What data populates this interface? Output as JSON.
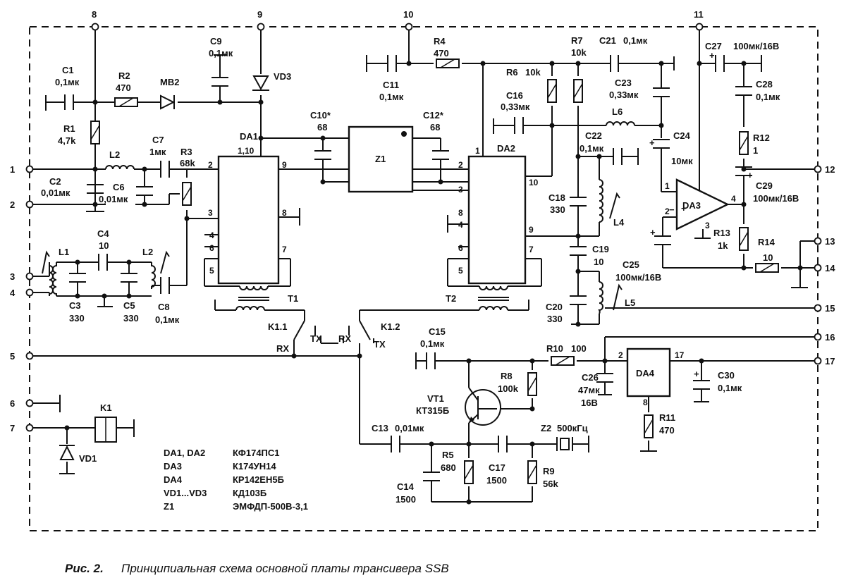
{
  "caption": {
    "prefix": "Рис. 2.",
    "text": "Принципиальная схема основной платы трансивера SSB"
  },
  "terminals": [
    "1",
    "2",
    "3",
    "4",
    "5",
    "6",
    "7",
    "8",
    "9",
    "10",
    "11",
    "12",
    "13",
    "14",
    "15",
    "16",
    "17"
  ],
  "components": {
    "C1": {
      "ref": "C1",
      "value": "0,1мк"
    },
    "C2": {
      "ref": "C2",
      "value": "0,01мк"
    },
    "C3": {
      "ref": "C3",
      "value": "330"
    },
    "C4": {
      "ref": "C4",
      "value": "10"
    },
    "C5": {
      "ref": "C5",
      "value": "330"
    },
    "C6": {
      "ref": "C6",
      "value": "0,01мк"
    },
    "C7": {
      "ref": "C7",
      "value": "1мк"
    },
    "C8": {
      "ref": "C8",
      "value": "0,1мк"
    },
    "C9": {
      "ref": "C9",
      "value": "0,1мк"
    },
    "C10": {
      "ref": "C10*",
      "value": "68"
    },
    "C11": {
      "ref": "C11",
      "value": "0,1мк"
    },
    "C12": {
      "ref": "C12*",
      "value": "68"
    },
    "C13": {
      "ref": "C13",
      "value": "0,01мк"
    },
    "C14": {
      "ref": "C14",
      "value": "1500"
    },
    "C15": {
      "ref": "C15",
      "value": "0,1мк"
    },
    "C16": {
      "ref": "C16",
      "value": "0,33мк"
    },
    "C17": {
      "ref": "C17",
      "value": "1500"
    },
    "C18": {
      "ref": "C18",
      "value": "330"
    },
    "C19": {
      "ref": "C19",
      "value": "10"
    },
    "C20": {
      "ref": "C20",
      "value": "330"
    },
    "C21": {
      "ref": "C21",
      "value": "0,1мк"
    },
    "C22": {
      "ref": "C22",
      "value": "0,1мк"
    },
    "C23": {
      "ref": "C23",
      "value": "0,33мк"
    },
    "C24": {
      "ref": "C24",
      "value": "10мк"
    },
    "C25": {
      "ref": "C25",
      "value": "100мк/16В"
    },
    "C26": {
      "ref": "C26",
      "value": "47мк",
      "value2": "16В"
    },
    "C27": {
      "ref": "C27",
      "value": "100мк/16В"
    },
    "C28": {
      "ref": "C28",
      "value": "0,1мк"
    },
    "C29": {
      "ref": "C29",
      "value": "100мк/16В"
    },
    "C30": {
      "ref": "C30",
      "value": "0,1мк"
    },
    "R1": {
      "ref": "R1",
      "value": "4,7k"
    },
    "R2": {
      "ref": "R2",
      "value": "470"
    },
    "R3": {
      "ref": "R3",
      "value": "68k"
    },
    "R4": {
      "ref": "R4",
      "value": "470"
    },
    "R5": {
      "ref": "R5",
      "value": "680"
    },
    "R6": {
      "ref": "R6",
      "value": "10k"
    },
    "R7": {
      "ref": "R7",
      "value": "10k"
    },
    "R8": {
      "ref": "R8",
      "value": "100k"
    },
    "R9": {
      "ref": "R9",
      "value": "56k"
    },
    "R10": {
      "ref": "R10",
      "value": "100"
    },
    "R11": {
      "ref": "R11",
      "value": "470"
    },
    "R12": {
      "ref": "R12",
      "value": "1"
    },
    "R13": {
      "ref": "R13",
      "value": "1k"
    },
    "R14": {
      "ref": "R14",
      "value": "10"
    },
    "L1": {
      "ref": "L1"
    },
    "L2a": {
      "ref": "L2"
    },
    "L2b": {
      "ref": "L2"
    },
    "L4": {
      "ref": "L4"
    },
    "L5": {
      "ref": "L5"
    },
    "L6": {
      "ref": "L6"
    },
    "T1": {
      "ref": "T1"
    },
    "T2": {
      "ref": "T2"
    },
    "K1": {
      "ref": "K1"
    },
    "K11": {
      "ref": "K1.1"
    },
    "K12": {
      "ref": "K1.2"
    },
    "VD1": {
      "ref": "VD1"
    },
    "VD3": {
      "ref": "VD3"
    },
    "MB2": {
      "ref": "MB2"
    },
    "VT1": {
      "ref": "VT1",
      "value": "КТ315Б"
    },
    "Z1": {
      "ref": "Z1"
    },
    "Z2": {
      "ref": "Z2",
      "value": "500кГц"
    },
    "DA1": {
      "ref": "DA1"
    },
    "DA2": {
      "ref": "DA2"
    },
    "DA3": {
      "ref": "DA3"
    },
    "DA4": {
      "ref": "DA4"
    }
  },
  "switch_labels": {
    "rx": "RX",
    "tx": "TX"
  },
  "ic_pins": {
    "da1": [
      "1,10",
      "2",
      "3",
      "4",
      "5",
      "6",
      "7",
      "8",
      "9"
    ],
    "da2": [
      "1",
      "2",
      "3",
      "4",
      "5",
      "6",
      "7",
      "8",
      "9",
      "10"
    ],
    "da3": [
      "1",
      "2",
      "3",
      "4"
    ],
    "da4": [
      "2",
      "8",
      "17"
    ]
  },
  "parts_list": [
    {
      "ref": "DA1, DA2",
      "type": "КФ174ПС1"
    },
    {
      "ref": "DA3",
      "type": "К174УН14"
    },
    {
      "ref": "DA4",
      "type": "КР142ЕН5Б"
    },
    {
      "ref": "VD1...VD3",
      "type": "КД103Б"
    },
    {
      "ref": "Z1",
      "type": "ЭМФДП-500В-3,1"
    }
  ]
}
